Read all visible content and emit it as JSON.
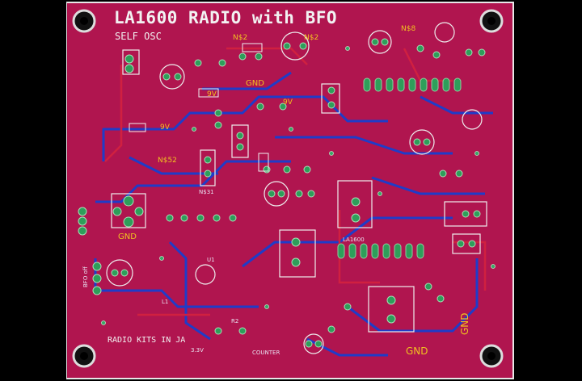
{
  "board": {
    "title": "LA1600 RADIO with BFO",
    "subtitle": "SELF OSC",
    "credit": "RADIO KITS IN JA",
    "colors": {
      "background": "#000000",
      "board": "#b0154f",
      "board_edge": "#e8e8e8",
      "trace_blue": "#1f3cc8",
      "trace_red": "#d02040",
      "pad_green": "#2e9e5a",
      "silk": "#f0f0f0",
      "label_yellow": "#f0c020"
    }
  },
  "net_labels": {
    "gnd_big": "GND",
    "gnd_right": "GND",
    "gnd_left": "GND",
    "gnd_mid": "GND",
    "v9_a": "9V",
    "v9_b": "9V",
    "v9_c": "9V",
    "v33": "3.3V",
    "n2_a": "N$2",
    "n2_b": "N$2",
    "n8": "N$8",
    "n52": "N$52",
    "n31": "N$31"
  },
  "part_labels": {
    "ic_la1600": "LA1600",
    "ic_u1": "U1",
    "counter": "COUNTER",
    "bfo_off": "BFO off",
    "r2": "R2",
    "l1": "L1"
  },
  "icons": {
    "mounting_hole": "mounting-hole-icon",
    "pad": "through-hole-pad-icon",
    "via": "via-icon"
  }
}
